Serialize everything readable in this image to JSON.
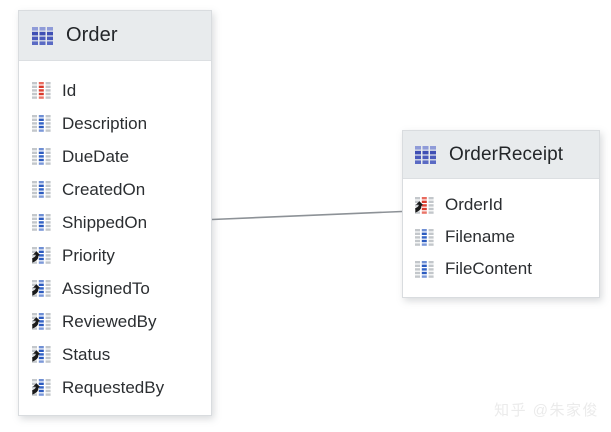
{
  "diagram": {
    "background_color": "#ffffff",
    "entities": [
      {
        "id": "order",
        "name": "Order",
        "header_icon": "table-grid-icon",
        "fields": [
          {
            "name": "Id",
            "icon": "primary-key-icon"
          },
          {
            "name": "Description",
            "icon": "scalar-property-icon"
          },
          {
            "name": "DueDate",
            "icon": "scalar-property-icon"
          },
          {
            "name": "CreatedOn",
            "icon": "scalar-property-icon"
          },
          {
            "name": "ShippedOn",
            "icon": "scalar-property-icon"
          },
          {
            "name": "Priority",
            "icon": "navigation-property-icon"
          },
          {
            "name": "AssignedTo",
            "icon": "navigation-property-icon"
          },
          {
            "name": "ReviewedBy",
            "icon": "navigation-property-icon"
          },
          {
            "name": "Status",
            "icon": "navigation-property-icon"
          },
          {
            "name": "RequestedBy",
            "icon": "navigation-property-icon"
          }
        ]
      },
      {
        "id": "orderreceipt",
        "name": "OrderReceipt",
        "header_icon": "table-grid-icon",
        "fields": [
          {
            "name": "OrderId",
            "icon": "primary-key-navigation-icon"
          },
          {
            "name": "Filename",
            "icon": "scalar-property-icon"
          },
          {
            "name": "FileContent",
            "icon": "scalar-property-icon"
          }
        ]
      }
    ],
    "relationship": {
      "name": "order-to-orderreceipt-association",
      "from_entity": "Order",
      "to_entity": "OrderReceipt",
      "line_color": "#8d9297"
    },
    "colors": {
      "header_background": "#e8ebed",
      "entity_border": "#d9dcdf",
      "text": "#2b2e31",
      "key_accent": "#e23b2e",
      "property_accent": "#2f5fc4",
      "table_icon": "#3c4bb0"
    }
  },
  "watermark": {
    "text": "知乎 @朱家俊"
  }
}
